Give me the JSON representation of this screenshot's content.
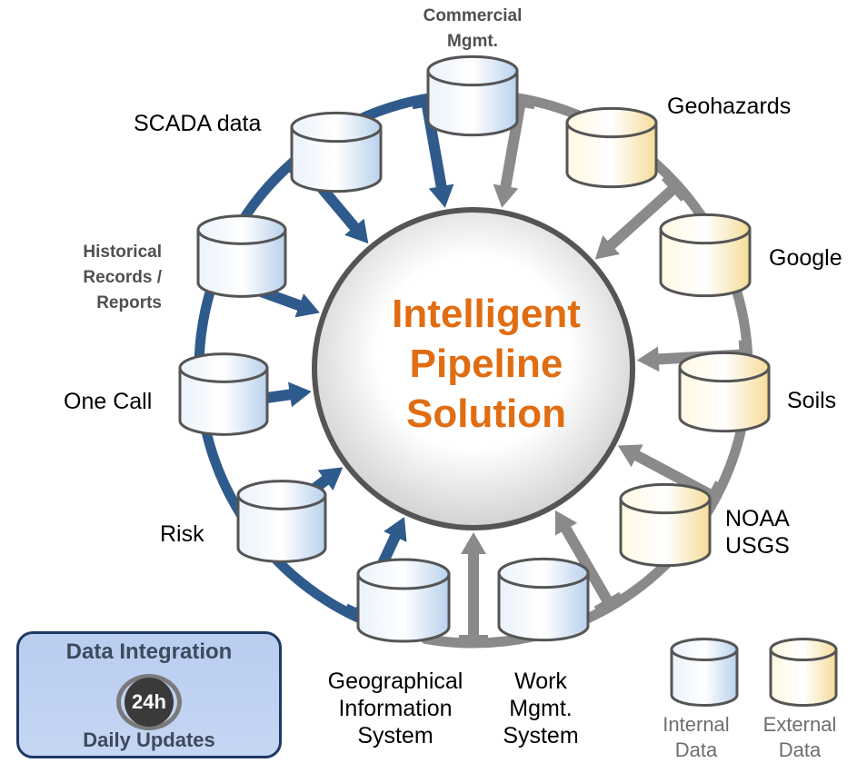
{
  "title_fragment": "g",
  "hub": {
    "lines": [
      "Intelligent",
      "Pipeline",
      "Solution"
    ]
  },
  "sources": {
    "commercial": [
      "Commercial",
      "Mgmt."
    ],
    "scada": "SCADA data",
    "historical": [
      "Historical",
      "Records /",
      "Reports"
    ],
    "one_call": "One Call",
    "risk": "Risk",
    "gis": [
      "Geographical",
      "Information",
      "System"
    ],
    "work": [
      "Work",
      "Mgmt.",
      "System"
    ],
    "geohazards": "Geohazards",
    "google": "Google",
    "soils": "Soils",
    "noaa": [
      "NOAA",
      "USGS"
    ]
  },
  "integration": {
    "title": "Data Integration",
    "badge": "24h",
    "subtitle": "Daily Updates"
  },
  "legend": {
    "internal": [
      "Internal",
      "Data"
    ],
    "external": [
      "External",
      "Data"
    ]
  },
  "colors": {
    "internal_ring": "#2f5a8c",
    "external_ring": "#8a8a8a",
    "hub_text": "#e06d12",
    "internal_fill": "#d6e6f7",
    "external_fill": "#fbefc9"
  }
}
